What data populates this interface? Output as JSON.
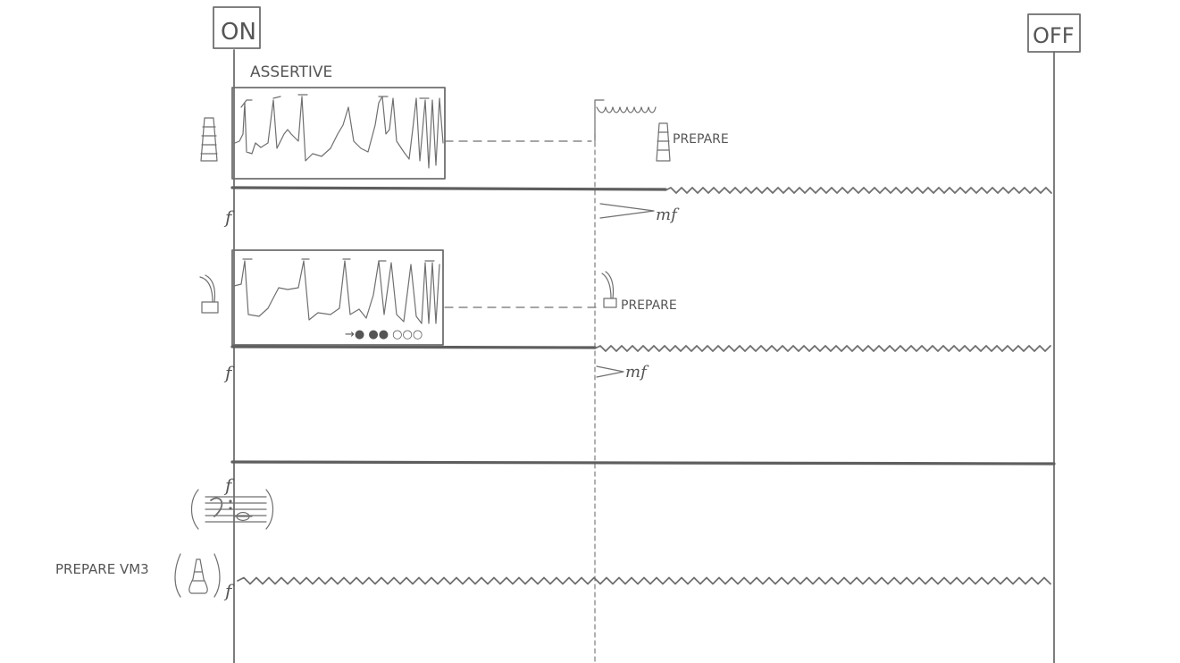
{
  "markers": {
    "start": "ON",
    "end": "OFF"
  },
  "staff1": {
    "label": "ASSERTIVE",
    "prepare": "PREPARE",
    "dynamic_start": "f",
    "dynamic_end": "mf"
  },
  "staff2": {
    "prepare": "PREPARE",
    "dynamic_start": "f",
    "dynamic_end": "mf",
    "keys": "→● ●● ○○○"
  },
  "staff3": {
    "dynamic_start": "f"
  },
  "staff4": {
    "prepare": "PREPARE VM3",
    "dynamic_start": "f"
  },
  "icons": [
    "ladder-icon",
    "mouthpiece-icon",
    "bass-clef-icon",
    "bell-icon"
  ]
}
